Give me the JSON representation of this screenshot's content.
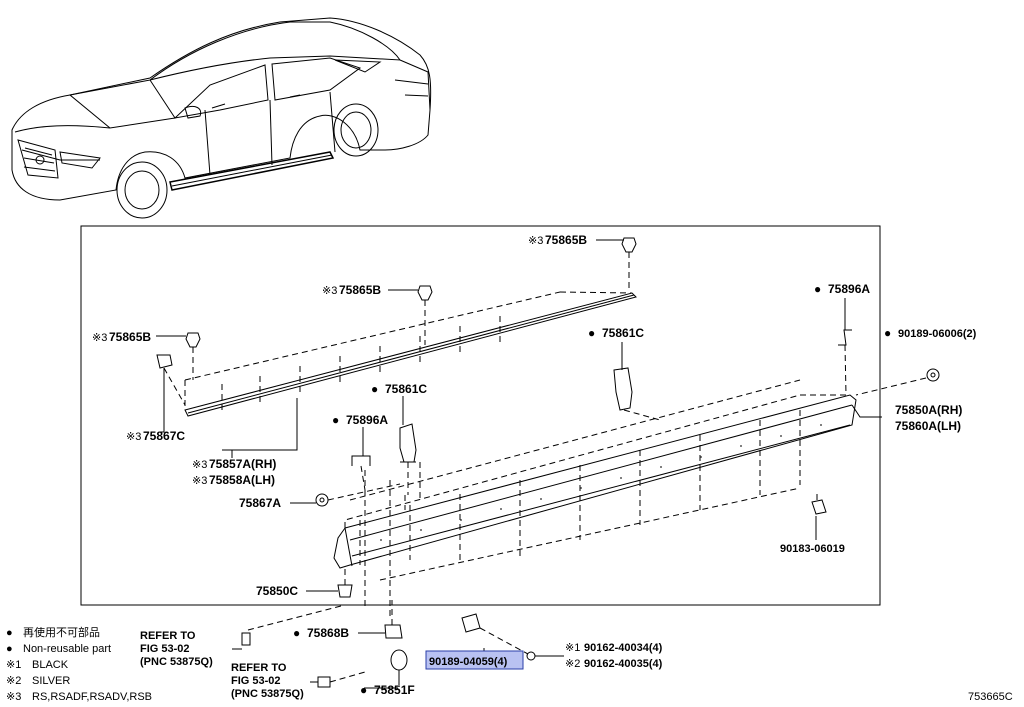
{
  "parts": {
    "p75865B_top": "75865B",
    "p75865B_mid": "75865B",
    "p75865B_left": "75865B",
    "p75867C": "75867C",
    "p75857A": "75857A(RH)",
    "p75858A": "75858A(LH)",
    "p75861C_a": "75861C",
    "p75861C_b": "75861C",
    "p75896A_a": "75896A",
    "p75896A_b": "75896A",
    "p90189_06006": "90189-06006(2)",
    "p75850A": "75850A(RH)",
    "p75860A": "75860A(LH)",
    "p75867A": "75867A",
    "p90183_06019": "90183-06019",
    "p75850C": "75850C",
    "p75868B": "75868B",
    "p90189_04059": "90189-04059(4)",
    "p90162_40034": "90162-40034(4)",
    "p90162_40035": "90162-40035(4)",
    "p75851F": "75851F"
  },
  "marks": {
    "note3": "※3",
    "note1": "※1",
    "note2": "※2",
    "dot": "●"
  },
  "refer": {
    "line1": "REFER TO",
    "line2": "FIG 53-02",
    "line3": "(PNC 53875Q)"
  },
  "legend": {
    "jp": "再使用不可部品",
    "en": "Non-reusable part",
    "n1": "BLACK",
    "n2": "SILVER",
    "n3": "RS,RSADF,RSADV,RSB"
  },
  "figure_code": "753665C",
  "highlight_color": "#b9c2f2"
}
